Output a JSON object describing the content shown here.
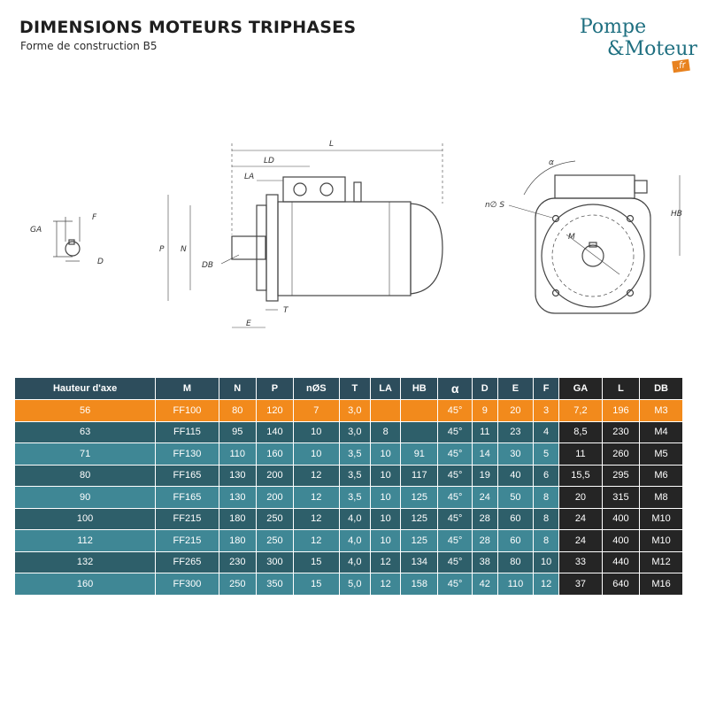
{
  "header": {
    "title": "DIMENSIONS MOTEURS TRIPHASES",
    "subtitle": "Forme de construction B5"
  },
  "logo": {
    "line1": "Pompe",
    "line2": "&Moteur",
    "badge": ".fr"
  },
  "drawing_labels": {
    "L": "L",
    "LD": "LD",
    "LA": "LA",
    "P": "P",
    "N": "N",
    "DB": "DB",
    "E": "E",
    "T": "T",
    "GA": "GA",
    "F": "F",
    "D": "D",
    "alpha": "α",
    "nS": "n∅ S",
    "HB": "HB",
    "M": "M"
  },
  "table": {
    "headers": [
      "Hauteur d'axe",
      "M",
      "N",
      "P",
      "nØS",
      "T",
      "LA",
      "HB",
      "α",
      "D",
      "E",
      "F",
      "GA",
      "L",
      "DB"
    ],
    "rows": [
      [
        "56",
        "FF100",
        "80",
        "120",
        "7",
        "3,0",
        "",
        "",
        "45°",
        "9",
        "20",
        "3",
        "7,2",
        "196",
        "M3"
      ],
      [
        "63",
        "FF115",
        "95",
        "140",
        "10",
        "3,0",
        "8",
        "",
        "45°",
        "11",
        "23",
        "4",
        "8,5",
        "230",
        "M4"
      ],
      [
        "71",
        "FF130",
        "110",
        "160",
        "10",
        "3,5",
        "10",
        "91",
        "45°",
        "14",
        "30",
        "5",
        "11",
        "260",
        "M5"
      ],
      [
        "80",
        "FF165",
        "130",
        "200",
        "12",
        "3,5",
        "10",
        "117",
        "45°",
        "19",
        "40",
        "6",
        "15,5",
        "295",
        "M6"
      ],
      [
        "90",
        "FF165",
        "130",
        "200",
        "12",
        "3,5",
        "10",
        "125",
        "45°",
        "24",
        "50",
        "8",
        "20",
        "315",
        "M8"
      ],
      [
        "100",
        "FF215",
        "180",
        "250",
        "12",
        "4,0",
        "10",
        "125",
        "45°",
        "28",
        "60",
        "8",
        "24",
        "400",
        "M10"
      ],
      [
        "112",
        "FF215",
        "180",
        "250",
        "12",
        "4,0",
        "10",
        "125",
        "45°",
        "28",
        "60",
        "8",
        "24",
        "400",
        "M10"
      ],
      [
        "132",
        "FF265",
        "230",
        "300",
        "15",
        "4,0",
        "12",
        "134",
        "45°",
        "38",
        "80",
        "10",
        "33",
        "440",
        "M12"
      ],
      [
        "160",
        "FF300",
        "250",
        "350",
        "15",
        "5,0",
        "12",
        "158",
        "45°",
        "42",
        "110",
        "12",
        "37",
        "640",
        "M16"
      ]
    ]
  }
}
